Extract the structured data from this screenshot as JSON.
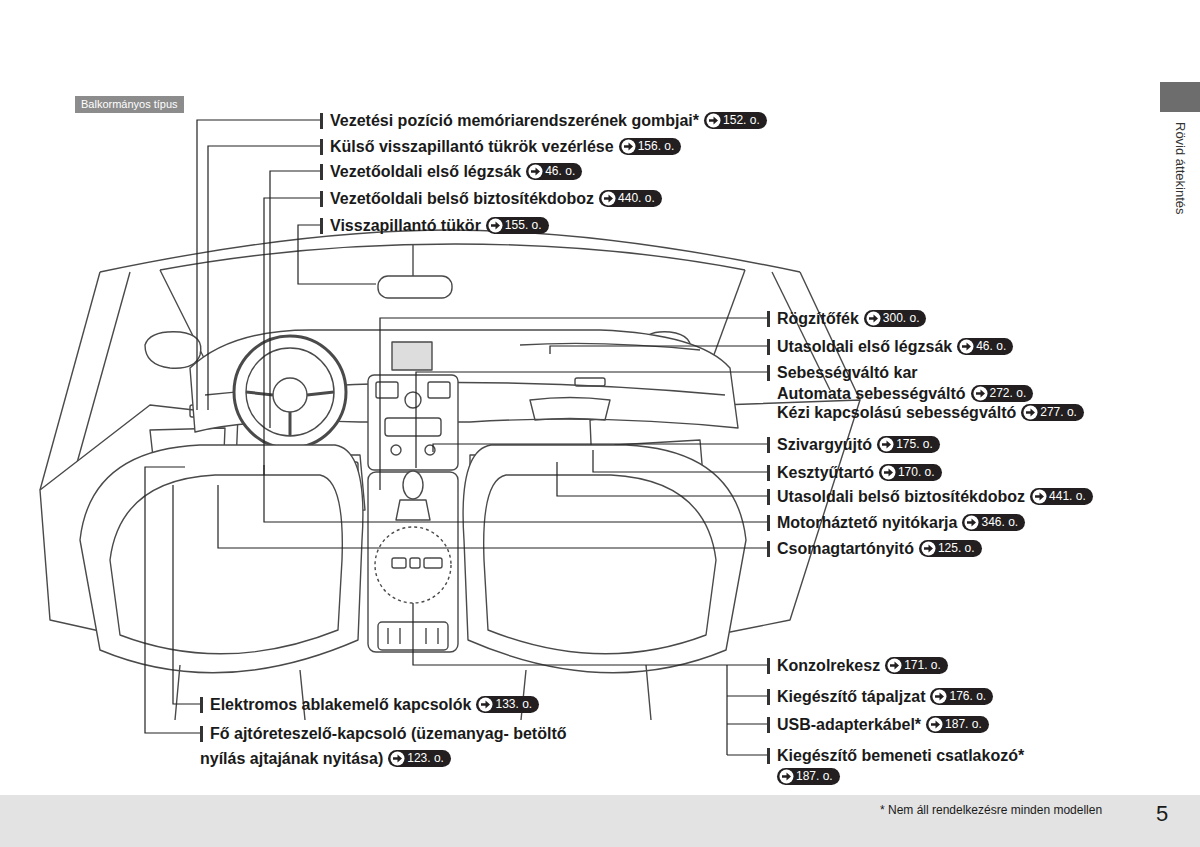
{
  "diagram": {
    "nodes": [
      {
        "text": [
          "Balkormányos típus"
        ]
      },
      {
        "text": [
          "Rövid áttekintés"
        ]
      },
      {
        "text": [
          "152. o."
        ]
      },
      {
        "text": [
          "156. o."
        ]
      },
      {
        "text": [
          "46. o."
        ]
      },
      {
        "text": [
          "440. o."
        ]
      },
      {
        "text": [
          "155. o."
        ]
      },
      {
        "text": [
          "300. o."
        ]
      },
      {
        "text": [
          "46. o."
        ]
      },
      {
        "text": [
          "272. o."
        ]
      },
      {
        "text": [
          "277. o."
        ]
      },
      {
        "text": [
          "175. o."
        ]
      },
      {
        "text": [
          "170. o."
        ]
      },
      {
        "text": [
          "441. o."
        ]
      },
      {
        "text": [
          "346. o."
        ]
      },
      {
        "text": [
          "125. o."
        ]
      },
      {
        "text": [
          "171. o."
        ]
      },
      {
        "text": [
          "176. o."
        ]
      },
      {
        "text": [
          "187. o."
        ]
      },
      {
        "text": [
          "187. o."
        ]
      },
      {
        "text": [
          "133. o."
        ]
      },
      {
        "text": [
          "123. o."
        ]
      },
      {
        "text": [
          "* Nem áll rendelkezésre minden modellen",
          "5"
        ]
      }
    ],
    "labels": [
      "Vezetési pozíció memóriarendszerének gombjai*",
      "Külső visszapillantó tükrök vezérlése",
      "Vezetőoldali első légzsák",
      "Vezetőoldali belső biztosítékdoboz",
      "Visszapillantó tükör",
      "Rögzítőfék",
      "Utasoldali első légzsák",
      "Sebességváltó kar",
      "Automata sebességváltó",
      "Kézi kapcsolású sebességváltó",
      "Szivargyújtó",
      "Kesztyűtartó",
      "Utasoldali belső biztosítékdoboz",
      "Motorháztető nyitókarja",
      "Csomagtartónyitó",
      "Konzolrekesz",
      "Kiegészítő tápaljzat",
      "USB-adapterkábel*",
      "Kiegészítő bemeneti csatlakozó*",
      "Elektromos ablakemelő kapcsolók",
      "Fő ajtóreteszelő-kapcsoló (üzemanyag- betöltő nyílás ajtajának nyitása)"
    ]
  }
}
